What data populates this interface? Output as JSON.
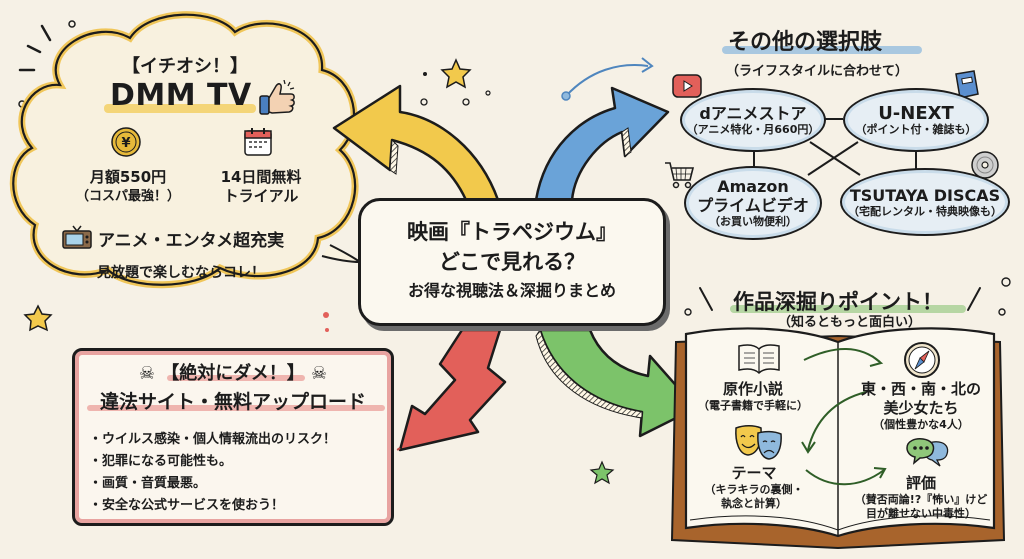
{
  "center": {
    "line1": "映画『トラペジウム』",
    "line2": "どこで見れる？",
    "line3": "お得な視聴法＆深掘りまとめ"
  },
  "recommend": {
    "tag": "【イチオシ！】",
    "service": "DMM TV",
    "icon": "thumbs-up-icon",
    "features": [
      {
        "icon": "yen-coin-icon",
        "title": "月額550円",
        "note": "（コスパ最強！）"
      },
      {
        "icon": "calendar-icon",
        "title": "14日間無料",
        "note": "トライアル"
      }
    ],
    "content_line": "アニメ・エンタメ超充実",
    "content_icon": "tv-icon",
    "closing": "見放題で楽しむならコレ！",
    "color": "#f2c94c"
  },
  "others": {
    "title": "その他の選択肢",
    "subtitle": "（ライフスタイルに合わせて）",
    "color": "#5b9bd5",
    "services": [
      {
        "name": "dアニメストア",
        "note": "（アニメ特化・月660円）",
        "icon": "play-button-icon"
      },
      {
        "name": "U-NEXT",
        "note": "（ポイント付・雑誌も）",
        "icon": "book-icon"
      },
      {
        "name": "Amazon プライムビデオ",
        "name_l1": "Amazon",
        "name_l2": "プライムビデオ",
        "note": "（お買い物便利）",
        "icon": "shopping-cart-icon"
      },
      {
        "name": "TSUTAYA DISCAS",
        "note": "（宅配レンタル・特典映像も）",
        "icon": "disc-icon"
      }
    ]
  },
  "danger": {
    "heading": "【絶対にダメ！】",
    "icon": "skull-crossbones-icon",
    "title": "違法サイト・無料アップロード",
    "bullets": [
      "・ウイルス感染・個人情報流出のリスク！",
      "・犯罪になる可能性も。",
      "・画質・音質最悪。",
      "・安全な公式サービスを使おう！"
    ],
    "color": "#e2605a"
  },
  "deep_dive": {
    "title": "作品深掘りポイント！",
    "subtitle": "（知るともっと面白い）",
    "color": "#6dbb5a",
    "points": [
      {
        "icon": "open-book-icon",
        "name": "原作小説",
        "note": "（電子書籍で手軽に）"
      },
      {
        "icon": "compass-icon",
        "name": "東・西・南・北の",
        "name2": "美少女たち",
        "note": "（個性豊かな4人）"
      },
      {
        "icon": "theater-masks-icon",
        "name": "テーマ",
        "note": "（キラキラの裏側・",
        "note2": "執念と計算）"
      },
      {
        "icon": "speech-bubbles-icon",
        "name": "評価",
        "note": "（賛否両論!?『怖い』けど",
        "note2": "目が離せない中毒性）"
      }
    ]
  }
}
